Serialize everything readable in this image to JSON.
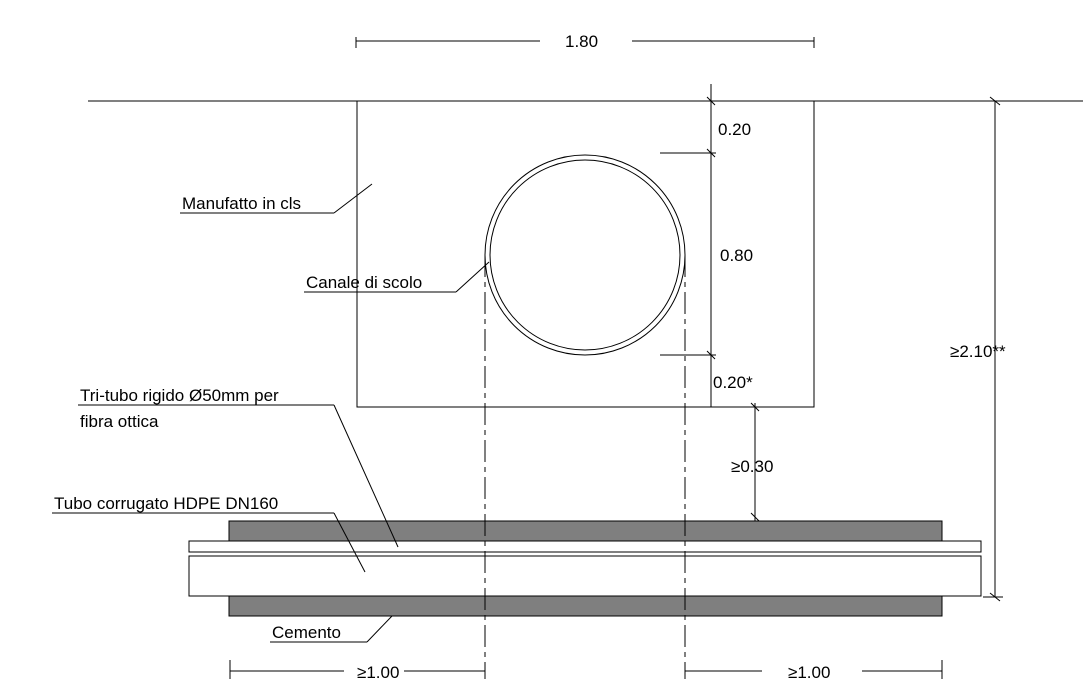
{
  "dimensions": {
    "width_total": "1.80",
    "top_cover": "0.20",
    "pipe_diameter": "0.80",
    "bottom_cover": "0.20*",
    "clearance": "≥0.30",
    "total_depth": "≥2.10**",
    "left_extension": "≥1.00",
    "right_extension": "≥1.00"
  },
  "labels": {
    "culvert": "Manufatto in cls",
    "drain_channel": "Canale di scolo",
    "triduct_line1": "Tri-tubo rigido Ø50mm per",
    "triduct_line2": "fibra ottica",
    "corrugated_pipe": "Tubo corrugato HDPE DN160",
    "cement": "Cemento"
  },
  "colors": {
    "cement_fill": "#7f7f7f",
    "line": "#000000",
    "background": "#ffffff"
  }
}
